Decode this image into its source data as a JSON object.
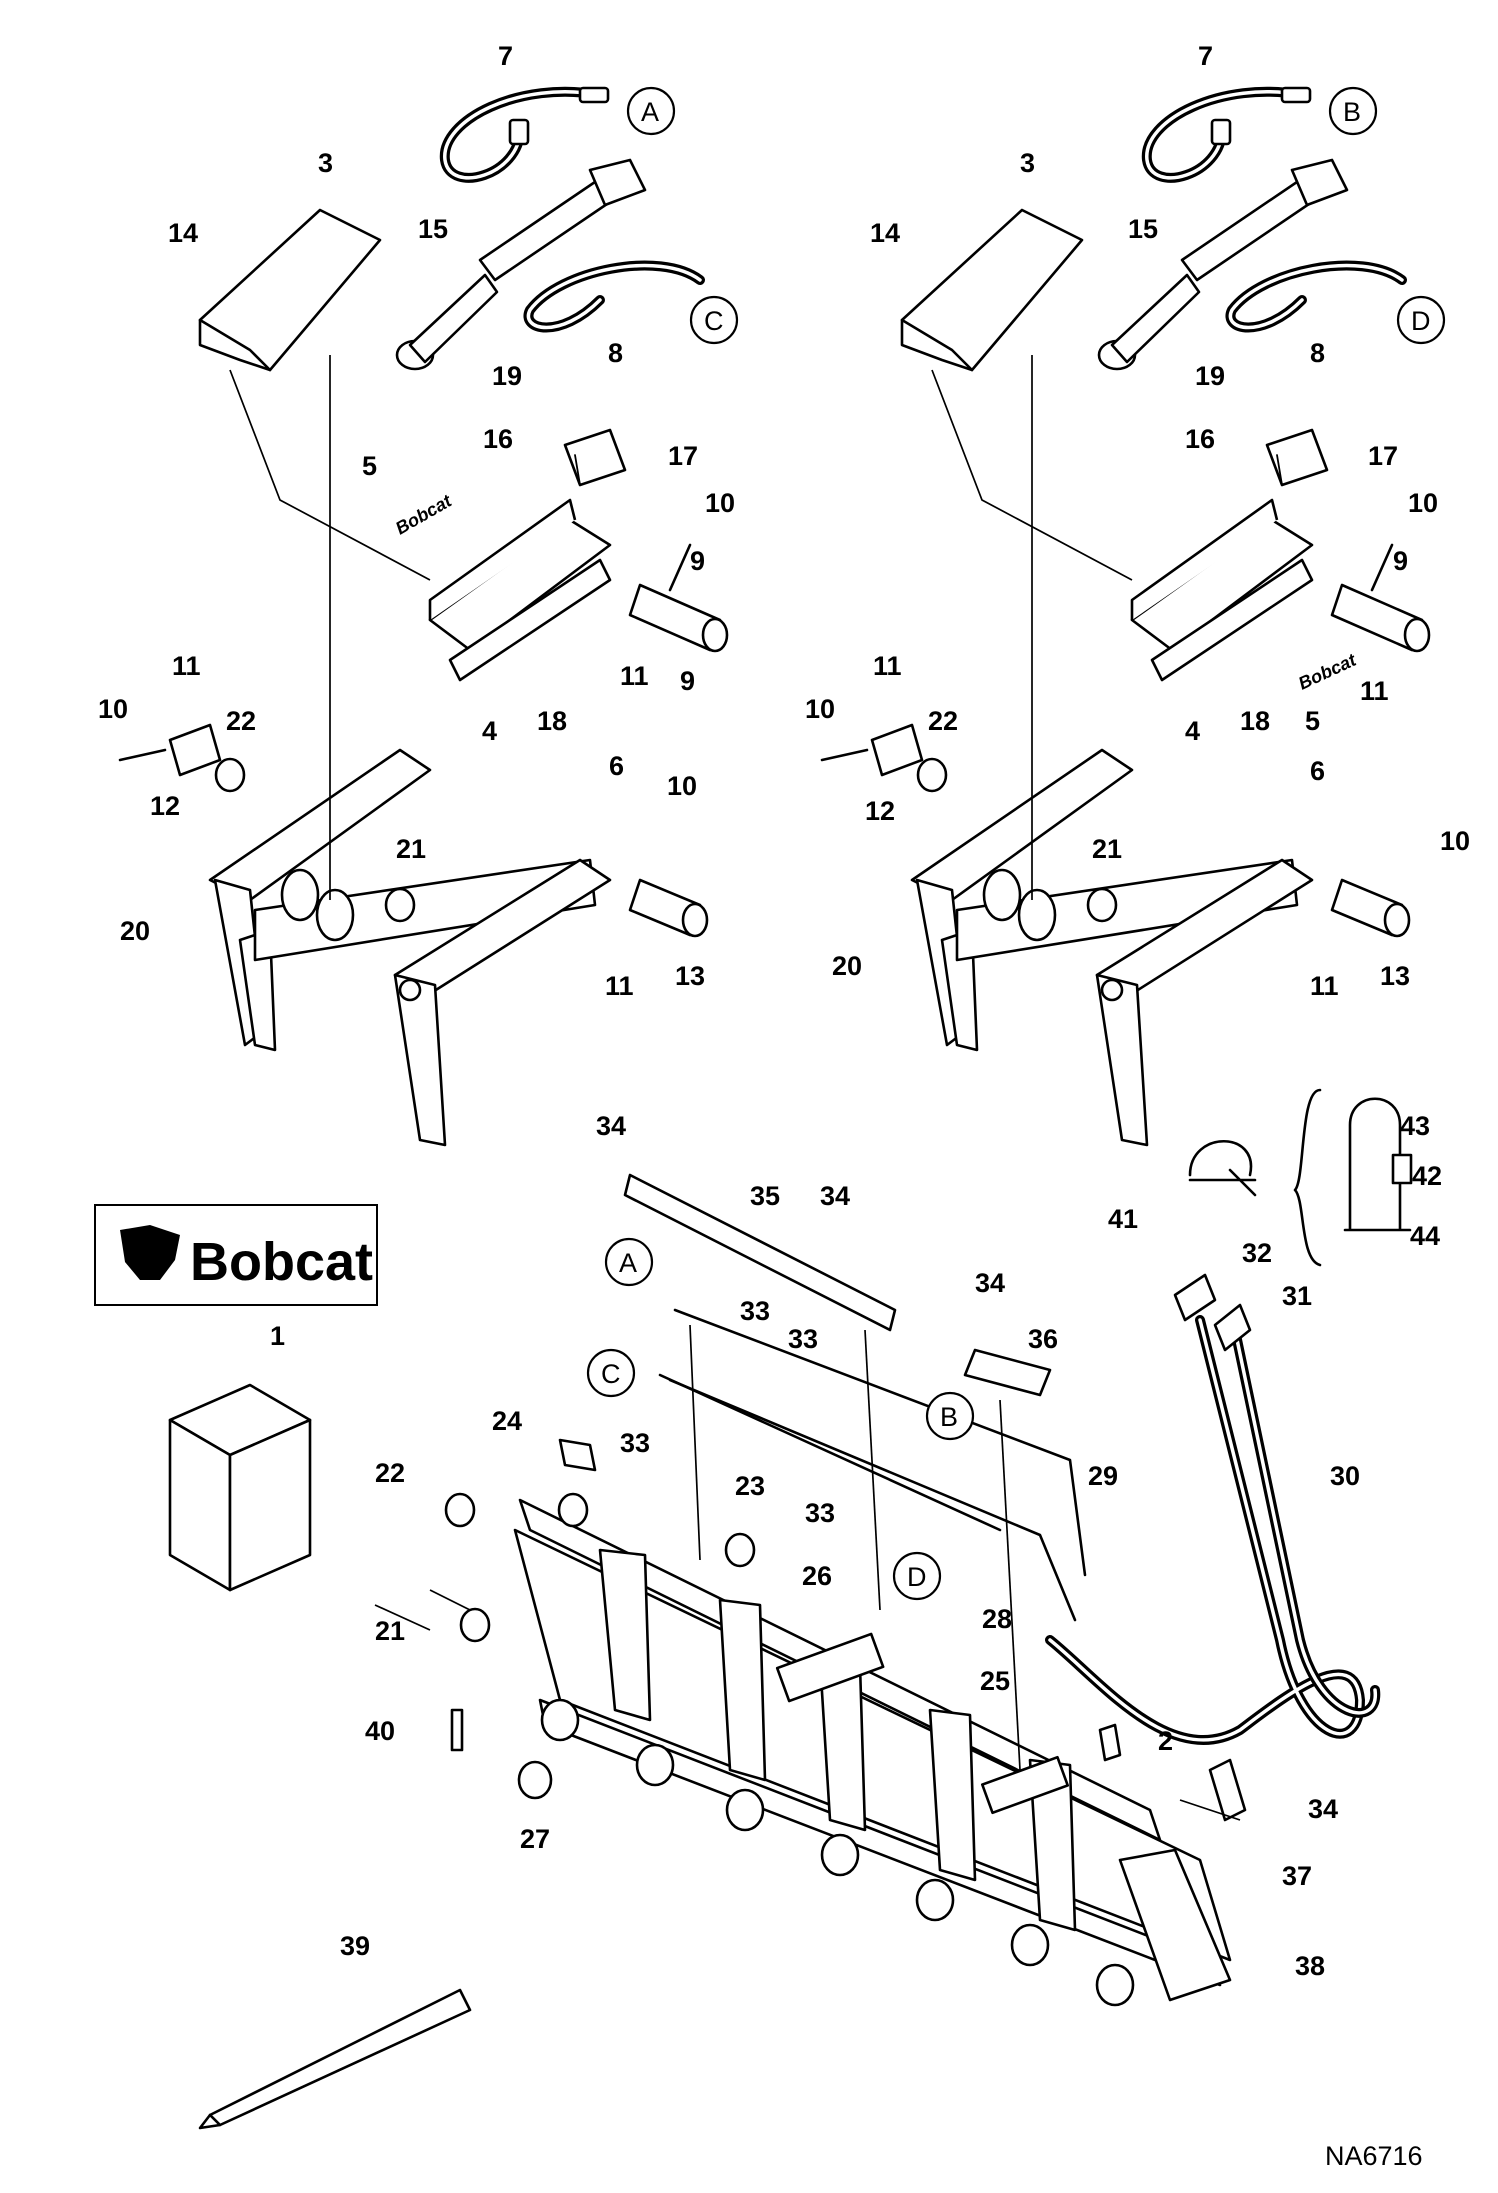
{
  "diagram": {
    "reference_code": "NA6716",
    "brand_logo": "Bobcat",
    "callouts_left_cylinder": [
      "7",
      "A",
      "3",
      "14",
      "15",
      "C",
      "8",
      "19",
      "17",
      "5",
      "16",
      "10",
      "9",
      "11",
      "4",
      "18",
      "10",
      "11",
      "22",
      "12",
      "6",
      "10",
      "21",
      "20",
      "11",
      "13"
    ],
    "callouts_right_cylinder": [
      "7",
      "B",
      "3",
      "14",
      "15",
      "D",
      "8",
      "19",
      "17",
      "16",
      "10",
      "9",
      "11",
      "4",
      "18",
      "5",
      "11",
      "10",
      "22",
      "12",
      "6",
      "10",
      "21",
      "20",
      "11",
      "13"
    ],
    "callouts_bucket": [
      "34",
      "35",
      "34",
      "A",
      "33",
      "34",
      "36",
      "33",
      "C",
      "1",
      "24",
      "33",
      "B",
      "29",
      "22",
      "23",
      "33",
      "D",
      "26",
      "28",
      "21",
      "25",
      "2",
      "40",
      "27",
      "34",
      "37",
      "39",
      "38",
      "41",
      "43",
      "42",
      "44",
      "32",
      "31",
      "30"
    ]
  }
}
